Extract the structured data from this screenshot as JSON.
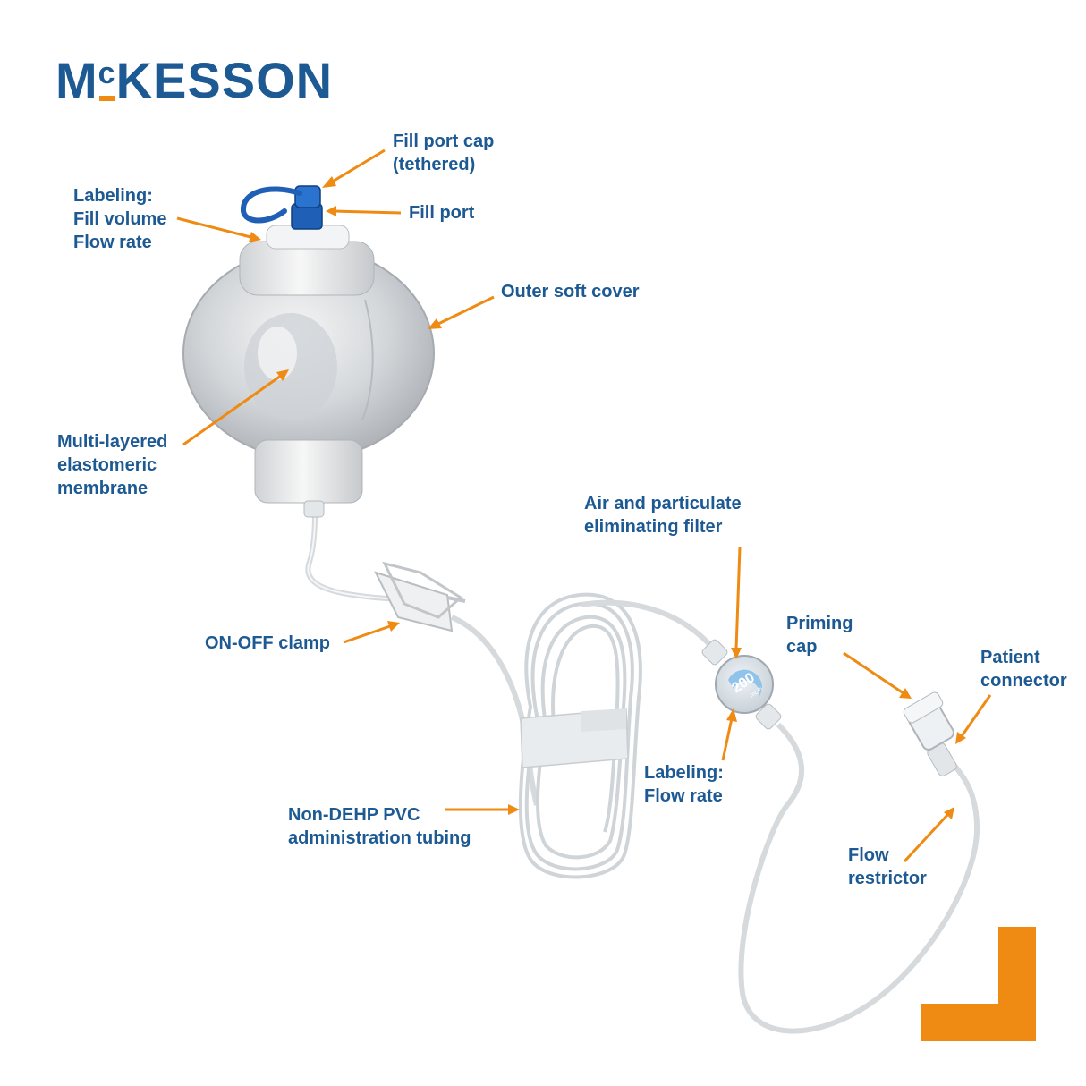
{
  "brand": {
    "name_prefix": "M",
    "name_small": "c",
    "name_suffix": "KESSON",
    "color_primary": "#1d5a93",
    "color_accent": "#ef8a12"
  },
  "device": {
    "filter_rate_value": "200",
    "filter_rate_unit": "mL/h"
  },
  "callouts": {
    "fill_port_cap": [
      "Fill port cap",
      "(tethered)"
    ],
    "labeling_top": [
      "Labeling:",
      "Fill volume",
      "Flow rate"
    ],
    "fill_port": [
      "Fill port"
    ],
    "outer_soft_cover": [
      "Outer soft cover"
    ],
    "membrane": [
      "Multi-layered",
      "elastomeric",
      "membrane"
    ],
    "filter": [
      "Air and particulate",
      "eliminating filter"
    ],
    "on_off_clamp": [
      "ON-OFF clamp"
    ],
    "priming_cap": [
      "Priming",
      "cap"
    ],
    "patient_connector": [
      "Patient",
      "connector"
    ],
    "labeling_flow": [
      "Labeling:",
      "Flow rate"
    ],
    "tubing": [
      "Non-DEHP PVC",
      "administration tubing"
    ],
    "flow_restrictor": [
      "Flow",
      "restrictor"
    ]
  }
}
